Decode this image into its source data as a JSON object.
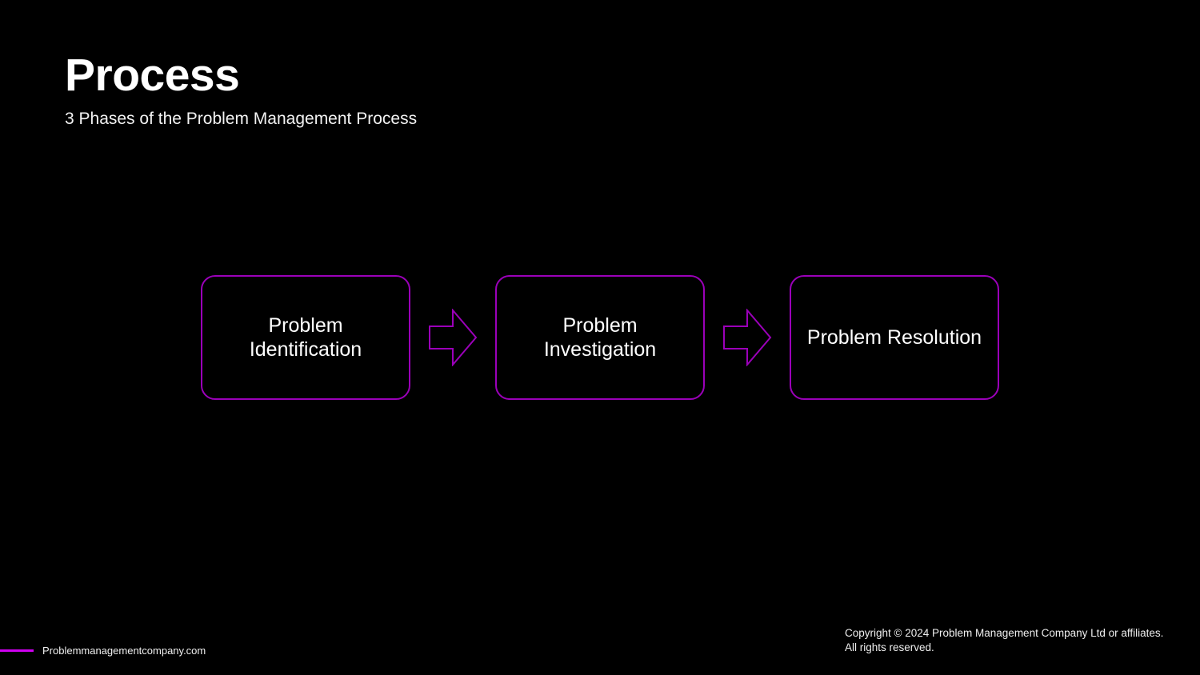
{
  "slide": {
    "background_color": "#000000",
    "accent_color": "#9B00B9",
    "rule_color": "#CF00F0",
    "title": "Process",
    "subtitle": "3 Phases of the Problem Management Process"
  },
  "flow": {
    "phases": [
      {
        "label": "Problem\nIdentification"
      },
      {
        "label": "Problem\nInvestigation"
      },
      {
        "label": "Problem Resolution"
      }
    ],
    "connectors": [
      {
        "icon": "right-arrow-icon"
      },
      {
        "icon": "right-arrow-icon"
      }
    ]
  },
  "footer": {
    "website": "Problemmanagementcompany.com",
    "copyright_line_1": "Copyright  © 2024  Problem Management Company Ltd or affiliates.",
    "copyright_line_2": "All rights reserved."
  }
}
